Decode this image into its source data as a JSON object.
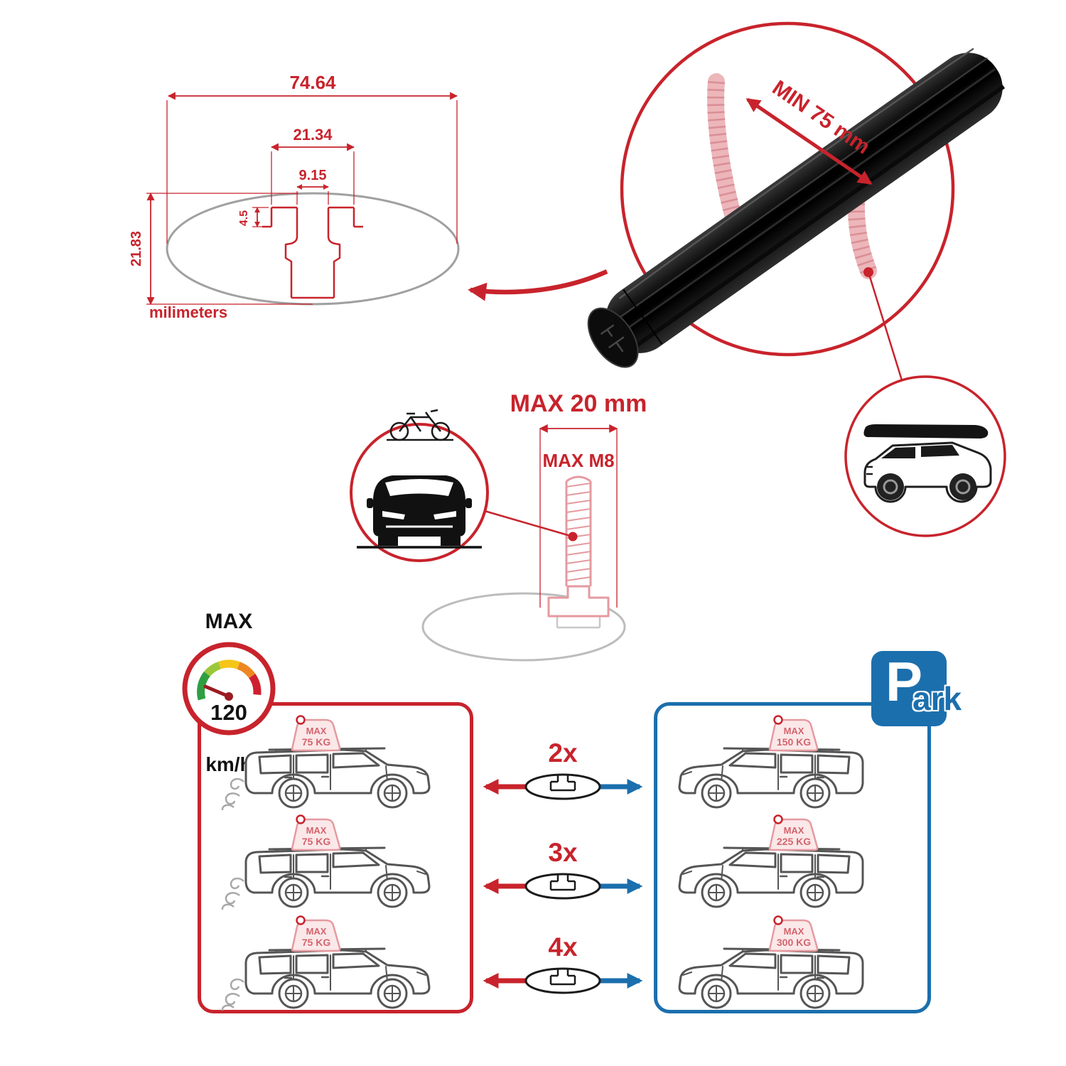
{
  "colors": {
    "accent_red": "#c8232c",
    "accent_blue": "#1b6fad",
    "pink_outline": "#e59aa0",
    "gray_outline": "#a0a0a0",
    "bar_black": "#111111"
  },
  "dimension_diagram": {
    "total_width": "74.64",
    "slot_width": "21.34",
    "inner_width": "9.15",
    "lip_height": "4.5",
    "total_height": "21.83",
    "units_label": "milimeters"
  },
  "crossbar_detail": {
    "min_span_label": "MIN 75 mm"
  },
  "bolt_diagram": {
    "max_width_label": "MAX 20 mm",
    "max_thread_label": "MAX M8"
  },
  "speedometer": {
    "label": "MAX",
    "value": "120",
    "unit": "km/h"
  },
  "park_sign": {
    "letter": "P",
    "suffix": "ark"
  },
  "load_table": {
    "rows": [
      {
        "bar_count": "2x",
        "drive_badge_title": "MAX",
        "drive_badge_load": "75 KG",
        "park_badge_title": "MAX",
        "park_badge_load": "150 KG"
      },
      {
        "bar_count": "3x",
        "drive_badge_title": "MAX",
        "drive_badge_load": "75 KG",
        "park_badge_title": "MAX",
        "park_badge_load": "225 KG"
      },
      {
        "bar_count": "4x",
        "drive_badge_title": "MAX",
        "drive_badge_load": "75 KG",
        "park_badge_title": "MAX",
        "park_badge_load": "300 KG"
      }
    ]
  }
}
